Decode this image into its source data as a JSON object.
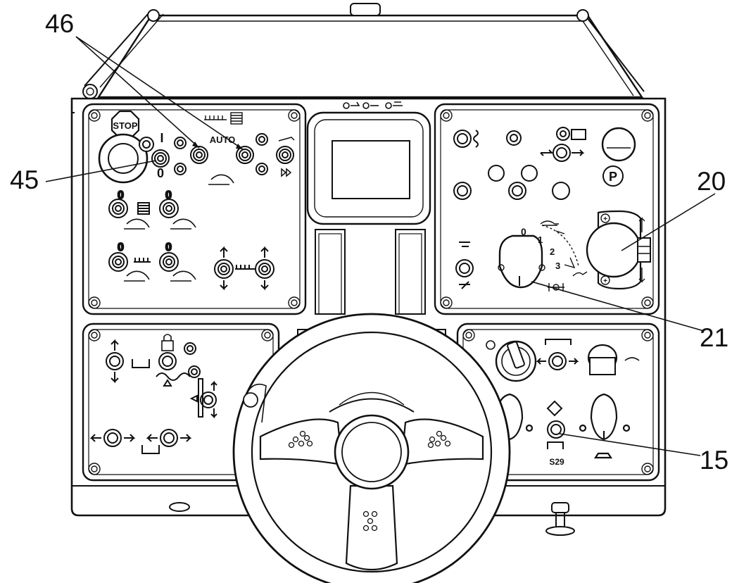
{
  "callouts": {
    "c46": "46",
    "c45": "45",
    "c20": "20",
    "c21": "21",
    "c15": "15"
  },
  "panel_text": {
    "stop": "STOP",
    "auto": "AUTO",
    "on_mark": "I",
    "off_mark": "0",
    "s29": "S29",
    "park": "P",
    "pos0": "0",
    "pos1": "1",
    "pos2": "2",
    "pos3": "3",
    "plus": "+"
  },
  "colors": {
    "line": "#111111",
    "panel_fill": "#ffffff",
    "screen_fill": "#ffffff"
  },
  "icons": [
    "stop-button-icon",
    "toggle-switch-icon",
    "hand-icon",
    "parking-brake-icon",
    "rabbit-icon",
    "turtle-icon",
    "horn-icon",
    "steering-wheel-icon",
    "ignition-key-icon",
    "lock-icon"
  ]
}
